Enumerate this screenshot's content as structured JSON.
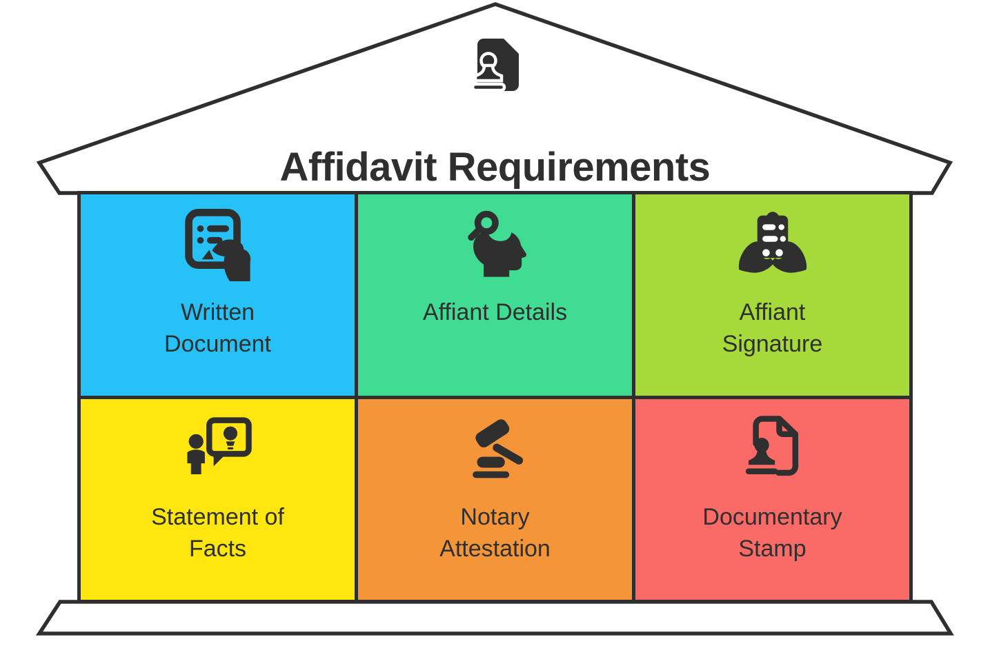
{
  "roof": {
    "title": "Affidavit Requirements",
    "icon": "stamped-document-icon"
  },
  "colors": {
    "ink": "#2f2f2f",
    "background": "#ffffff"
  },
  "cells": [
    {
      "label": "Written\nDocument",
      "color": "#25c1f7",
      "icon": "written-document-icon"
    },
    {
      "label": "Affiant Details",
      "color": "#41dc93",
      "icon": "affiant-details-icon"
    },
    {
      "label": "Affiant\nSignature",
      "color": "#a6da3a",
      "icon": "affiant-signature-icon"
    },
    {
      "label": "Statement of\nFacts",
      "color": "#fee60e",
      "icon": "statement-of-facts-icon"
    },
    {
      "label": "Notary\nAttestation",
      "color": "#f5953a",
      "icon": "notary-attestation-icon"
    },
    {
      "label": "Documentary\nStamp",
      "color": "#fa6a66",
      "icon": "documentary-stamp-icon"
    }
  ]
}
